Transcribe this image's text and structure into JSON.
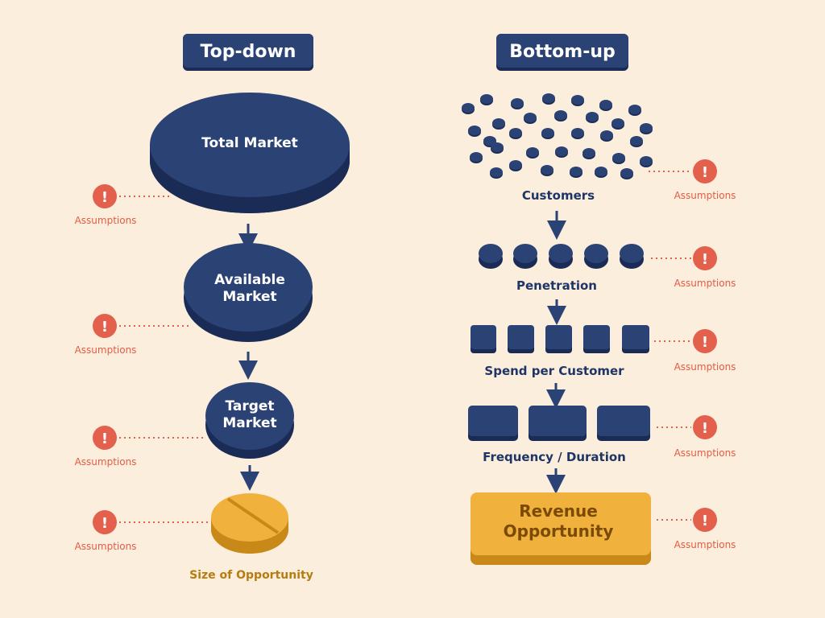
{
  "colors": {
    "navy": "#2b4275",
    "navy_dark": "#1a2c55",
    "gold": "#f0b23c",
    "gold_dark": "#c98918",
    "alert": "#e2604c",
    "background": "#fbeedd"
  },
  "top_down": {
    "title": "Top-down",
    "total_market": "Total Market",
    "available_market": [
      "Available",
      "Market"
    ],
    "target_market": [
      "Target",
      "Market"
    ],
    "size_of_opportunity": "Size of Opportunity"
  },
  "bottom_up": {
    "title": "Bottom-up",
    "customers": "Customers",
    "penetration": "Penetration",
    "spend_per_customer": "Spend per Customer",
    "frequency_duration": "Frequency / Duration",
    "revenue_opportunity": [
      "Revenue",
      "Opportunity"
    ]
  },
  "assumption_label": "Assumptions",
  "alert_icon": "exclamation-circle-icon"
}
